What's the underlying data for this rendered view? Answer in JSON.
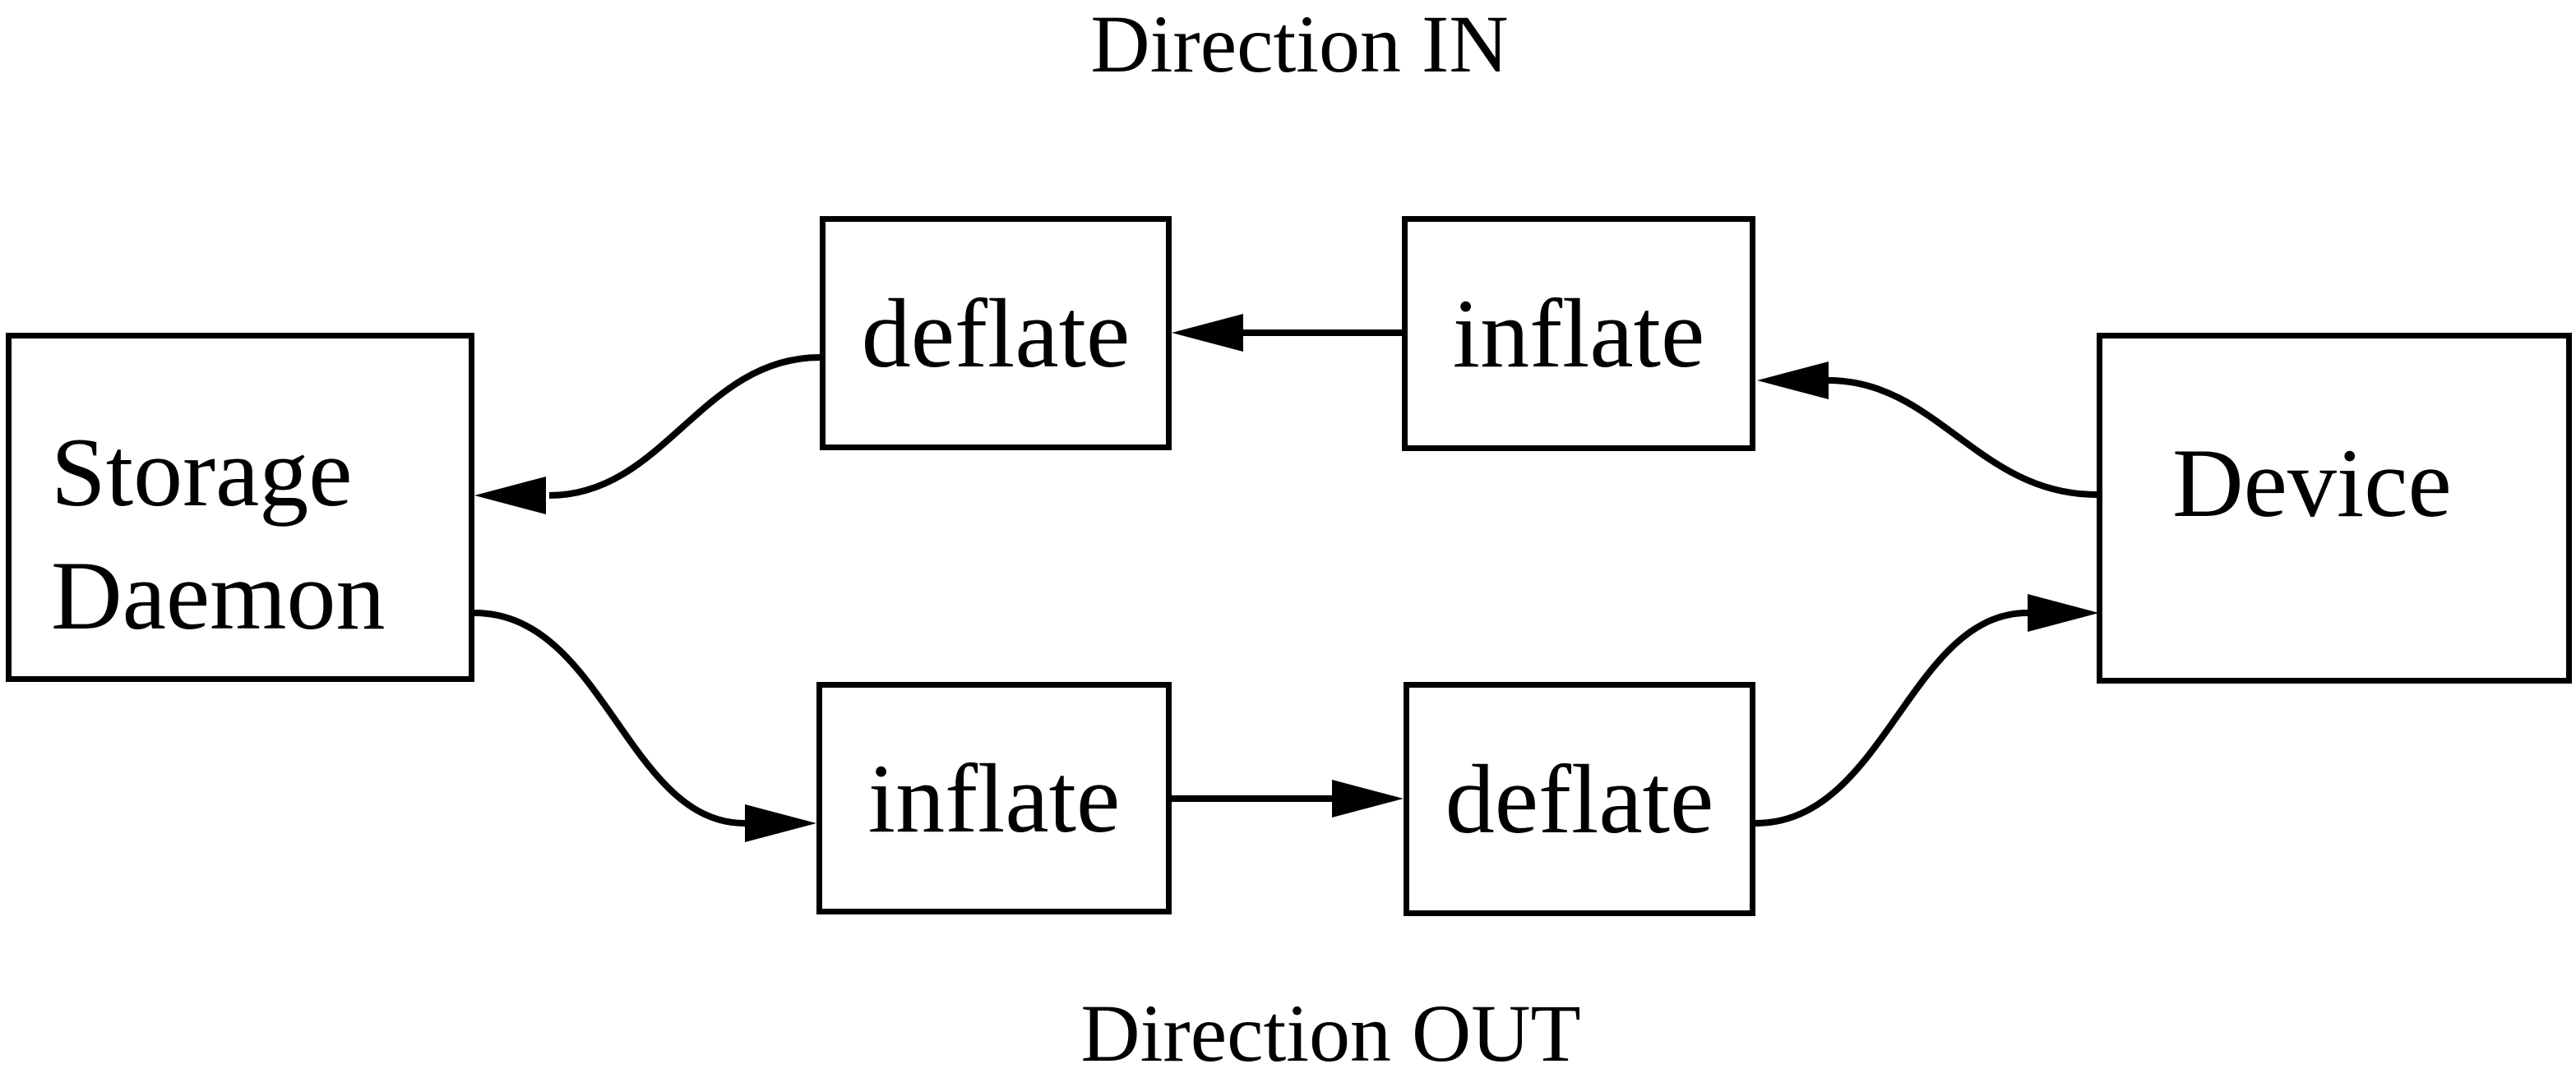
{
  "titles": {
    "direction_in": "Direction IN",
    "direction_out": "Direction OUT"
  },
  "nodes": {
    "storage_daemon": {
      "label_line1": "Storage",
      "label_line2": "Daemon"
    },
    "device": {
      "label": "Device"
    },
    "deflate_in": {
      "label": "deflate"
    },
    "inflate_in": {
      "label": "inflate"
    },
    "inflate_out": {
      "label": "inflate"
    },
    "deflate_out": {
      "label": "deflate"
    }
  },
  "edges": [
    {
      "from": "inflate_in",
      "to": "deflate_in",
      "direction": "IN",
      "style": "straight-arrow-left"
    },
    {
      "from": "device",
      "to": "inflate_in",
      "direction": "IN",
      "style": "s-curve-arrow-left"
    },
    {
      "from": "deflate_in",
      "to": "storage_daemon",
      "direction": "IN",
      "style": "s-curve-arrow-left"
    },
    {
      "from": "storage_daemon",
      "to": "inflate_out",
      "direction": "OUT",
      "style": "s-curve-arrow-right"
    },
    {
      "from": "inflate_out",
      "to": "deflate_out",
      "direction": "OUT",
      "style": "straight-arrow-right"
    },
    {
      "from": "deflate_out",
      "to": "device",
      "direction": "OUT",
      "style": "s-curve-arrow-right"
    }
  ],
  "colors": {
    "line": "#000000",
    "background": "#ffffff"
  }
}
